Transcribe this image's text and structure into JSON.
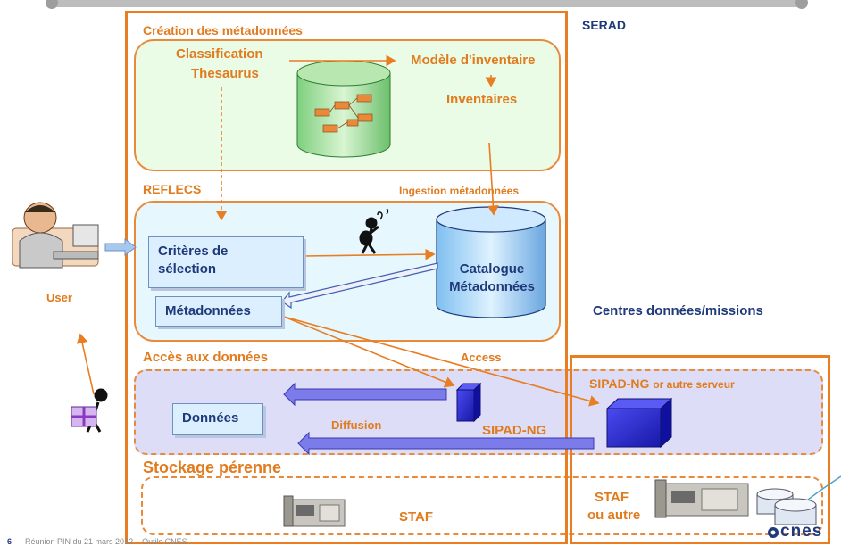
{
  "serad": "SERAD",
  "centres": "Centres données/missions",
  "creation": {
    "title": "Création des métadonnées",
    "classification": "Classification",
    "thesaurus": "Thesaurus",
    "modele": "Modèle d'inventaire",
    "inventaires": "Inventaires"
  },
  "reflecs": {
    "title": "REFLECS",
    "ingestion": "Ingestion métadonnées",
    "criteres_line1": "Critères de",
    "criteres_line2": "sélection",
    "metadonnees": "Métadonnées",
    "catalogue_line1": "Catalogue",
    "catalogue_line2": "Métadonnées"
  },
  "user": "User",
  "acces": {
    "title": "Accès aux données",
    "access": "Access",
    "sipad_main": "SIPAD-NG",
    "sipad_other": "or autre serveur",
    "donnees": "Données",
    "diffusion": "Diffusion",
    "sipad_ng": "SIPAD-NG"
  },
  "stockage": {
    "title": "Stockage pérenne",
    "staf": "STAF",
    "staf_autre_line1": "STAF",
    "staf_autre_line2": "ou autre"
  },
  "footer": {
    "page": "6",
    "text": "Réunion PIN du 21 mars 2012 – Outils CNES",
    "logo": "cnes"
  },
  "colors": {
    "orange": "#e87d22",
    "navy": "#1f3a7a",
    "green_zone": "#eafbe6",
    "blue_zone": "#e6f8fd",
    "purple_zone": "#ddddf7"
  }
}
